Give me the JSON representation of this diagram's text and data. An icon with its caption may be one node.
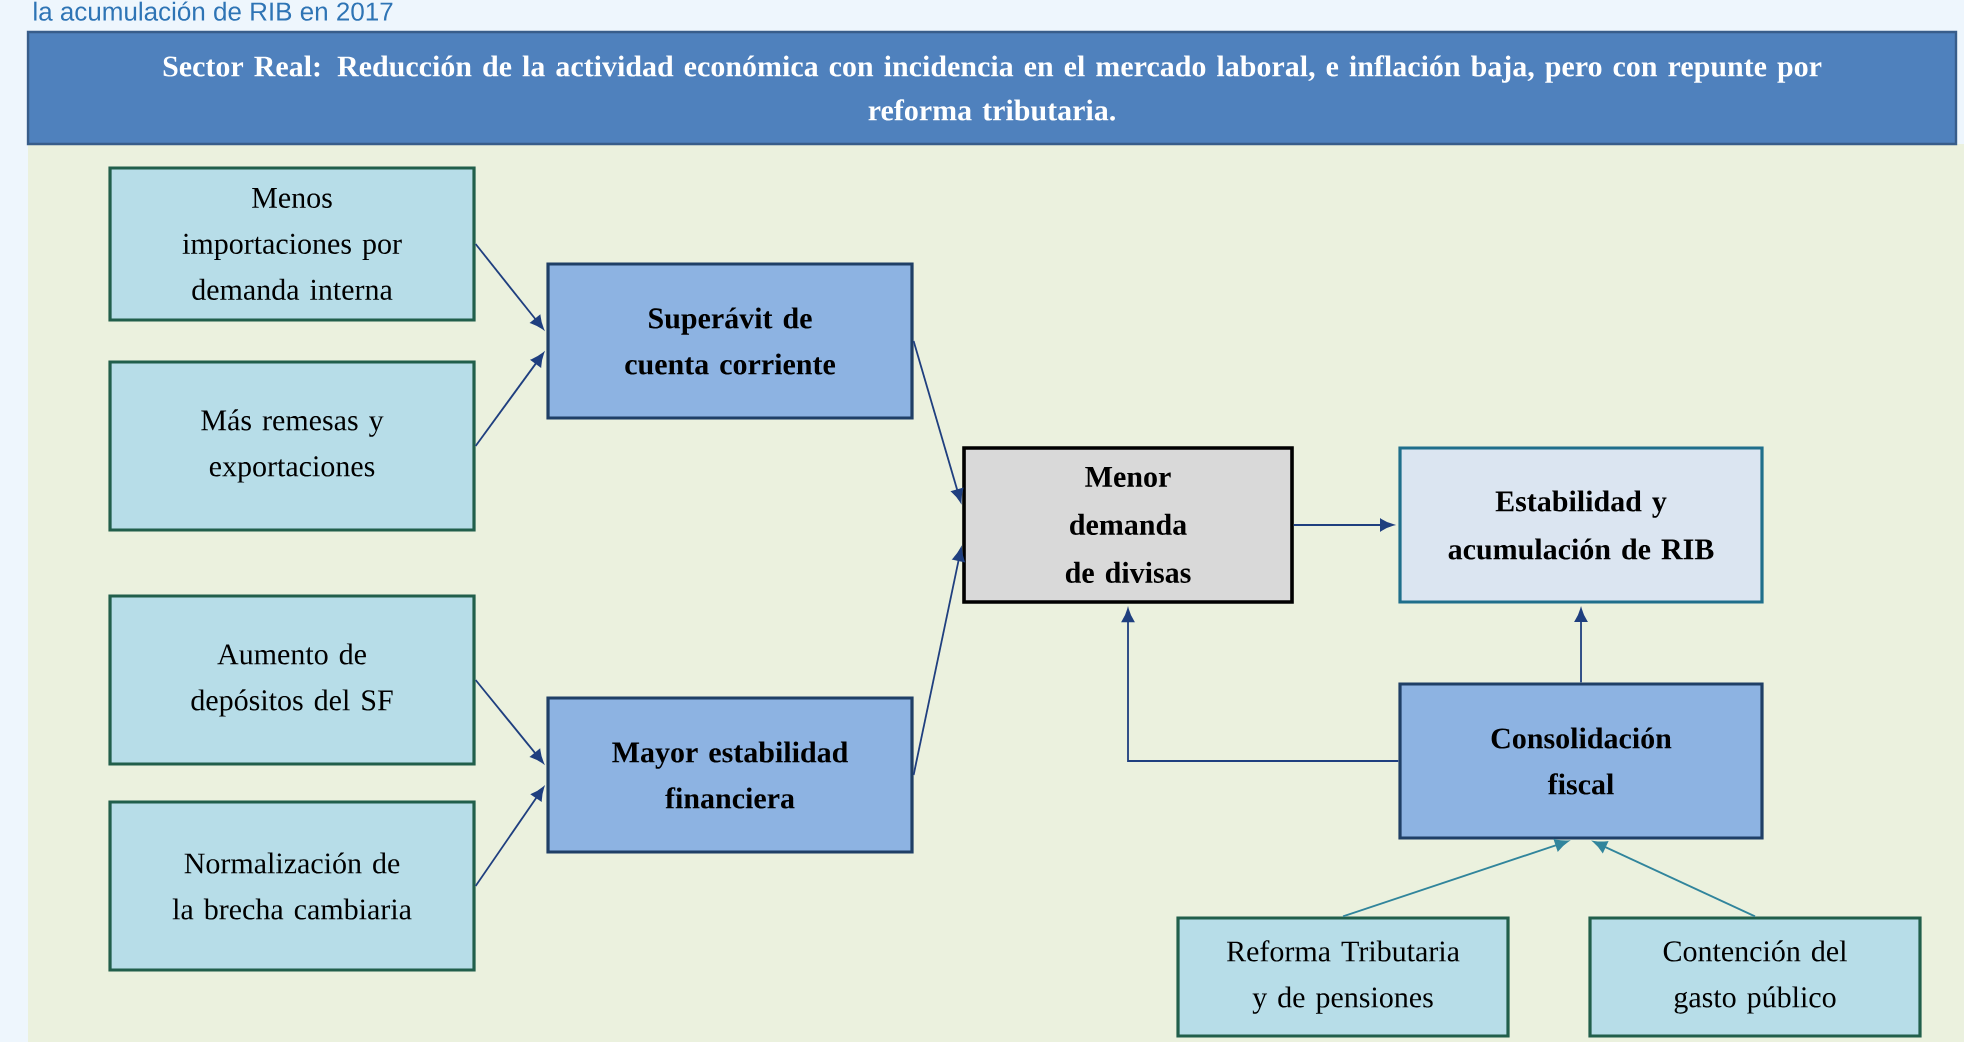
{
  "diagram": {
    "title": "la acumulación de RIB en 2017",
    "nodes": [
      {
        "text": [
          "Sector Real: Reducción de la actividad económica con incidencia en el mercado laboral,  e inflación baja, pero con repunte por reforma tributaria."
        ]
      },
      {
        "text": [
          "Menos importaciones por demanda interna"
        ]
      },
      {
        "text": [
          "Más remesas y exportaciones"
        ]
      },
      {
        "text": [
          "Aumento de depósitos del SF"
        ]
      },
      {
        "text": [
          "Normalización  de la brecha cambiaria"
        ]
      },
      {
        "text": [
          "Superávit de cuenta corriente"
        ]
      },
      {
        "text": [
          "Mayor estabilidad financiera"
        ]
      },
      {
        "text": [
          "Menor demanda de divisas"
        ]
      },
      {
        "text": [
          "Estabilidad y acumulación de RIB"
        ]
      },
      {
        "text": [
          "Consolidación fiscal"
        ]
      },
      {
        "text": [
          "Reforma Tributaria y de pensiones"
        ]
      },
      {
        "text": [
          "Contención del gasto público"
        ]
      }
    ],
    "edges": [
      {
        "from": 1,
        "to": 5,
        "arrow": "to"
      },
      {
        "from": 2,
        "to": 5,
        "arrow": "to"
      },
      {
        "from": 3,
        "to": 6,
        "arrow": "to"
      },
      {
        "from": 4,
        "to": 6,
        "arrow": "to"
      },
      {
        "from": 5,
        "to": 7,
        "arrow": "to"
      },
      {
        "from": 6,
        "to": 7,
        "arrow": "to"
      },
      {
        "from": 7,
        "to": 8,
        "arrow": "to"
      },
      {
        "from": 9,
        "to": 8,
        "arrow": "to"
      },
      {
        "from": 9,
        "to": 7,
        "arrow": "to"
      },
      {
        "from": 10,
        "to": 9,
        "arrow": "to",
        "color": "#31859c"
      },
      {
        "from": 11,
        "to": 9,
        "arrow": "to",
        "color": "#31859c"
      }
    ]
  }
}
